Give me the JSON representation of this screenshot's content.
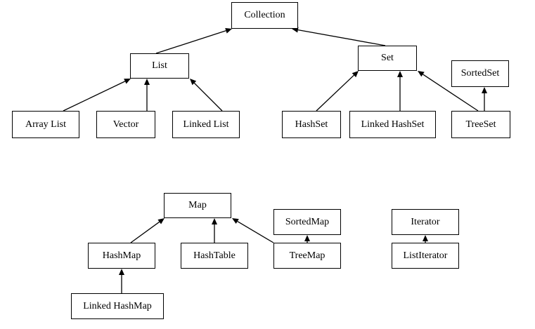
{
  "nodes": {
    "collection": "Collection",
    "list": "List",
    "set": "Set",
    "sorted_set": "SortedSet",
    "array_list": "Array List",
    "vector": "Vector",
    "linked_list": "Linked List",
    "hash_set": "HashSet",
    "linked_hash_set": "Linked HashSet",
    "tree_set": "TreeSet",
    "map": "Map",
    "sorted_map": "SortedMap",
    "hash_map": "HashMap",
    "hash_table": "HashTable",
    "tree_map": "TreeMap",
    "linked_hash_map": "Linked HashMap",
    "iterator": "Iterator",
    "list_iterator": "ListIterator"
  },
  "edges": [
    {
      "from": "list",
      "to": "collection"
    },
    {
      "from": "set",
      "to": "collection"
    },
    {
      "from": "array_list",
      "to": "list"
    },
    {
      "from": "vector",
      "to": "list"
    },
    {
      "from": "linked_list",
      "to": "list"
    },
    {
      "from": "hash_set",
      "to": "set"
    },
    {
      "from": "linked_hash_set",
      "to": "set"
    },
    {
      "from": "tree_set",
      "to": "set"
    },
    {
      "from": "tree_set",
      "to": "sorted_set"
    },
    {
      "from": "hash_map",
      "to": "map"
    },
    {
      "from": "hash_table",
      "to": "map"
    },
    {
      "from": "tree_map",
      "to": "map"
    },
    {
      "from": "tree_map",
      "to": "sorted_map"
    },
    {
      "from": "linked_hash_map",
      "to": "hash_map"
    },
    {
      "from": "list_iterator",
      "to": "iterator"
    }
  ],
  "colors": {
    "stroke": "#000000",
    "fill": "#ffffff",
    "text": "#000000"
  }
}
